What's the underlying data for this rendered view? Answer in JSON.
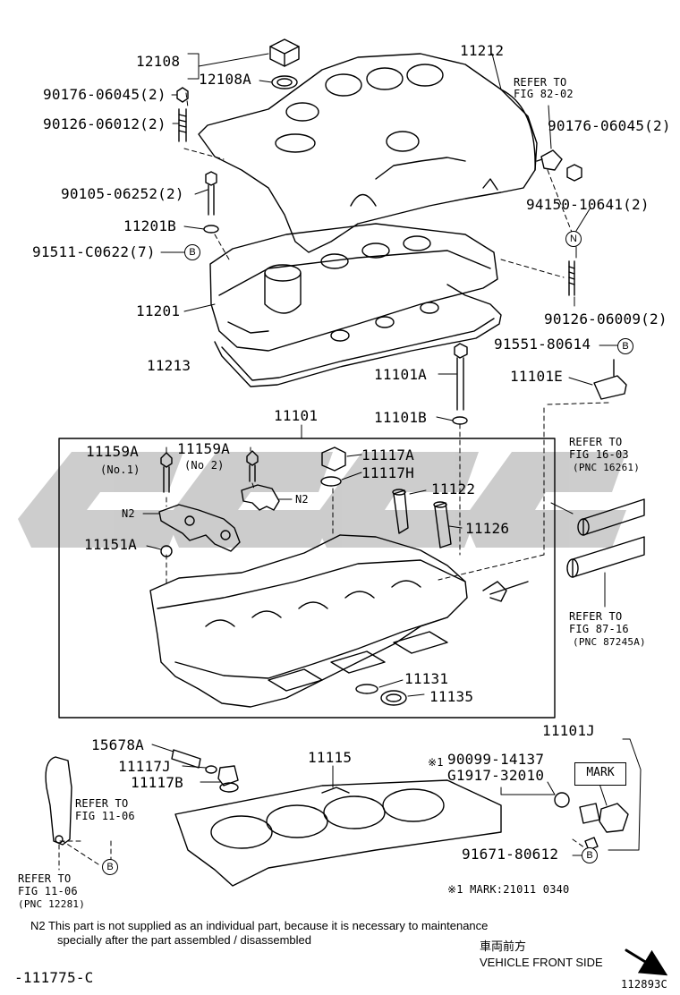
{
  "labels": {
    "p12108": "12108",
    "p12108a": "12108A",
    "p90176_left": "90176-06045(2)",
    "p90126_012": "90126-06012(2)",
    "p90105": "90105-06252(2)",
    "p11201b": "11201B",
    "p91511": "91511-C0622(7)",
    "p11201": "11201",
    "p11213": "11213",
    "p11212": "11212",
    "refer_8202_a": "REFER TO",
    "refer_8202_b": "FIG 82-02",
    "p90176_right": "90176-06045(2)",
    "p94150": "94150-10641(2)",
    "p90126_009": "90126-06009(2)",
    "p91551": "91551-80614",
    "p11101e": "11101E",
    "p11101a": "11101A",
    "p11101b": "11101B",
    "p11101": "11101",
    "p11159a_1": "11159A",
    "p11159a_1_sub": "(No.1)",
    "p11159a_2": "11159A",
    "p11159a_2_sub": "(No 2)",
    "p11117a": "11117A",
    "p11117h": "11117H",
    "p11122": "11122",
    "p11126": "11126",
    "n2_left": "N2",
    "n2_right": "N2",
    "p11151a": "11151A",
    "refer_1603_a": "REFER TO",
    "refer_1603_b": "FIG 16-03",
    "refer_1603_c": "(PNC 16261)",
    "refer_8716_a": "REFER TO",
    "refer_8716_b": "FIG 87-16",
    "refer_8716_c": "(PNC 87245A)",
    "p11131": "11131",
    "p11135": "11135",
    "p11101j": "11101J",
    "p15678a": "15678A",
    "p11117j": "11117J",
    "p11117b": "11117B",
    "p11115": "11115",
    "p90099_mark": "※1",
    "p90099": "90099-14137",
    "pg1917": "G1917-32010",
    "mark_box": "MARK",
    "refer_1106r_a": "REFER TO",
    "refer_1106r_b": "FIG 11-06",
    "refer_1106l_a": "REFER TO",
    "refer_1106l_b": "FIG 11-06",
    "refer_1106l_c": "(PNC 12281)",
    "p91671": "91671-80612",
    "mark_note": "※1 MARK:21011 0340",
    "badge_b": "B",
    "badge_n": "N"
  },
  "notes": {
    "n2_line1": "N2  This part is not supplied as an individual part, because it is necessary to maintenance",
    "n2_line2": "specially after the part assembled / disassembled",
    "front_jp": "車両前方",
    "front_en": "VEHICLE FRONT SIDE",
    "doc_left": "-111775-C",
    "doc_right": "112893C"
  },
  "colors": {
    "ink": "#000000",
    "watermark": "#c4c4c4"
  }
}
